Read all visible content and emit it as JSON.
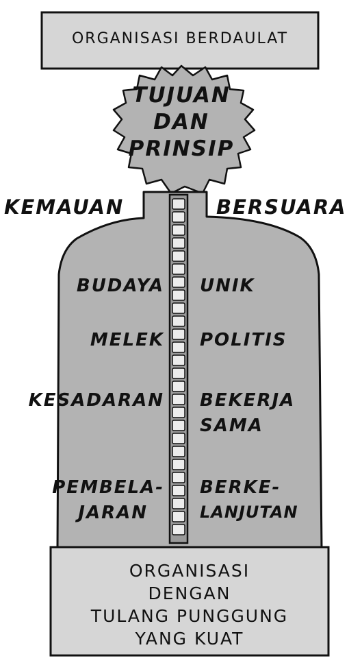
{
  "top_banner": {
    "text": "ORGANISASI BERDAULAT"
  },
  "head": {
    "line1": "TUJUAN",
    "line2": "DAN",
    "line3": "PRINSIP"
  },
  "shoulders": {
    "left": "KEMAUAN",
    "right": "BERSUARA"
  },
  "body_left": {
    "row1": "BUDAYA",
    "row2": "MELEK",
    "row3": "KESADARAN",
    "row4_line1": "PEMBELA-",
    "row4_line2": "JARAN"
  },
  "body_right": {
    "row1": "UNIK",
    "row2": "POLITIS",
    "row3_line1": "BEKERJA",
    "row3_line2": "SAMA",
    "row4_line1": "BERKE-",
    "row4_line2": "LANJUTAN"
  },
  "bottom_box": {
    "line1": "ORGANISASI",
    "line2": "DENGAN",
    "line3": "TULANG PUNGGUNG",
    "line4": "YANG KUAT"
  },
  "colors": {
    "figure_fill": "#b3b3b3",
    "box_fill": "#d6d6d6",
    "ink": "#111111",
    "spine_block": "#ececec"
  }
}
